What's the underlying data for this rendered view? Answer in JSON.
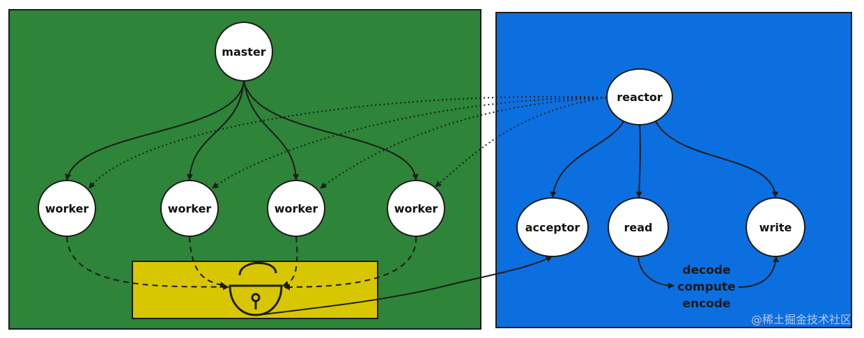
{
  "colors": {
    "left_panel": "#2e8438",
    "right_panel": "#0b6fe0",
    "lock_panel": "#d8c700",
    "node_fill": "#ffffff",
    "stroke": "#1c1c1c"
  },
  "left": {
    "master": "master",
    "workers": [
      "worker",
      "worker",
      "worker",
      "worker"
    ]
  },
  "right": {
    "reactor": "reactor",
    "acceptor": "acceptor",
    "read": "read",
    "write": "write",
    "stages": [
      "decode",
      "compute",
      "encode"
    ]
  },
  "lock_icon": "unlocked-padlock-icon",
  "watermark": "@稀土掘金技术社区"
}
